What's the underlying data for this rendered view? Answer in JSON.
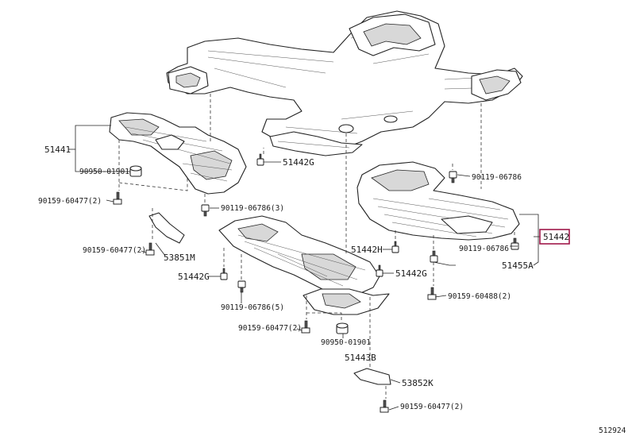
{
  "callouts": {
    "c51441": "51441",
    "c90950_top": "90950-01901",
    "c90159_60477_a": "90159-60477(2)",
    "c90159_60477_b": "90159-60477(2)",
    "c53851m": "53851M",
    "c51442g_top": "51442G",
    "c90119_06786_3": "90119-06786(3)",
    "c51442g_left": "51442G",
    "c90119_06786_5": "90119-06786(5)",
    "c90159_60477_c": "90159-60477(2)",
    "c90950_bottom": "90950-01901",
    "c51443b": "51443B",
    "c53852k": "53852K",
    "c90159_60477_d": "90159-60477(2)",
    "c51442h": "51442H",
    "c51442g_right": "51442G",
    "c90119_06786_right_top": "90119-06786",
    "c90119_06786_right": "90119-06786",
    "c51455a": "51455A",
    "c90159_60488": "90159-60488(2)",
    "c51442_highlight": "51442",
    "figure_code": "512924"
  },
  "colors": {
    "highlight_box": "#a0184a",
    "line": "#222222"
  }
}
